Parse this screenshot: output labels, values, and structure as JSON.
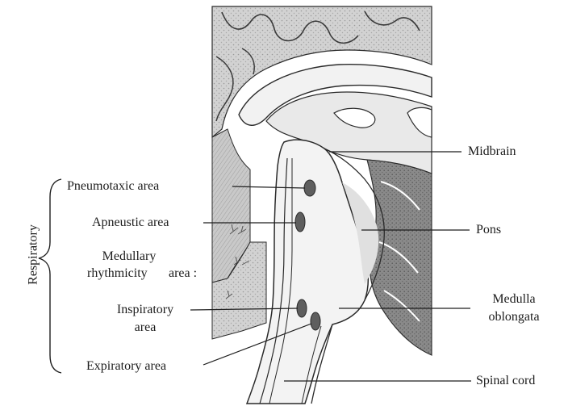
{
  "diagram": {
    "group_label": "Respiratory",
    "left_labels": {
      "pneumotaxic": "Pneumotaxic area",
      "apneustic": "Apneustic area",
      "medullary_line1": "Medullary",
      "medullary_line2": "rhythmicity",
      "medullary_line3": "area :",
      "inspiratory_line1": "Inspiratory",
      "inspiratory_line2": "area",
      "expiratory": "Expiratory area"
    },
    "right_labels": {
      "midbrain": "Midbrain",
      "pons": "Pons",
      "medulla_line1": "Medulla",
      "medulla_line2": "oblongata",
      "spinal_cord": "Spinal cord"
    }
  },
  "colors": {
    "outline": "#2a2a2a",
    "tissue_light": "#e6e6e6",
    "tissue_mid": "#bdbdbd",
    "tissue_dark": "#7d7d7d",
    "nucleus": "#5e5e5e"
  }
}
